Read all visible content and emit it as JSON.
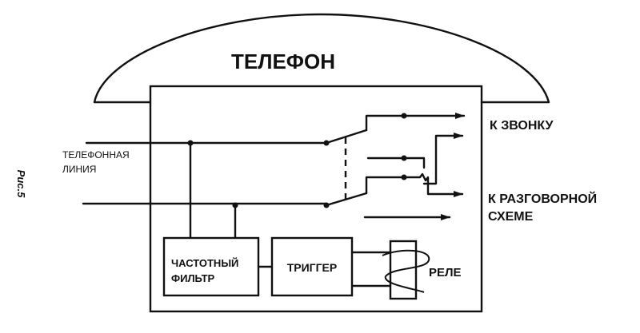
{
  "title": "ТЕЛЕФОН",
  "figure_label": "Рис.5",
  "input_label": [
    "ТЕЛЕФОННАЯ",
    "ЛИНИЯ"
  ],
  "outputs": {
    "bell": "К ЗВОНКУ",
    "speech": [
      "К РАЗГОВОРНОЙ",
      "СХЕМЕ"
    ]
  },
  "blocks": {
    "filter": [
      "ЧАСТОТНЫЙ",
      "ФИЛЬТР"
    ],
    "trigger": "ТРИГГЕР",
    "relay": "РЕЛЕ"
  }
}
